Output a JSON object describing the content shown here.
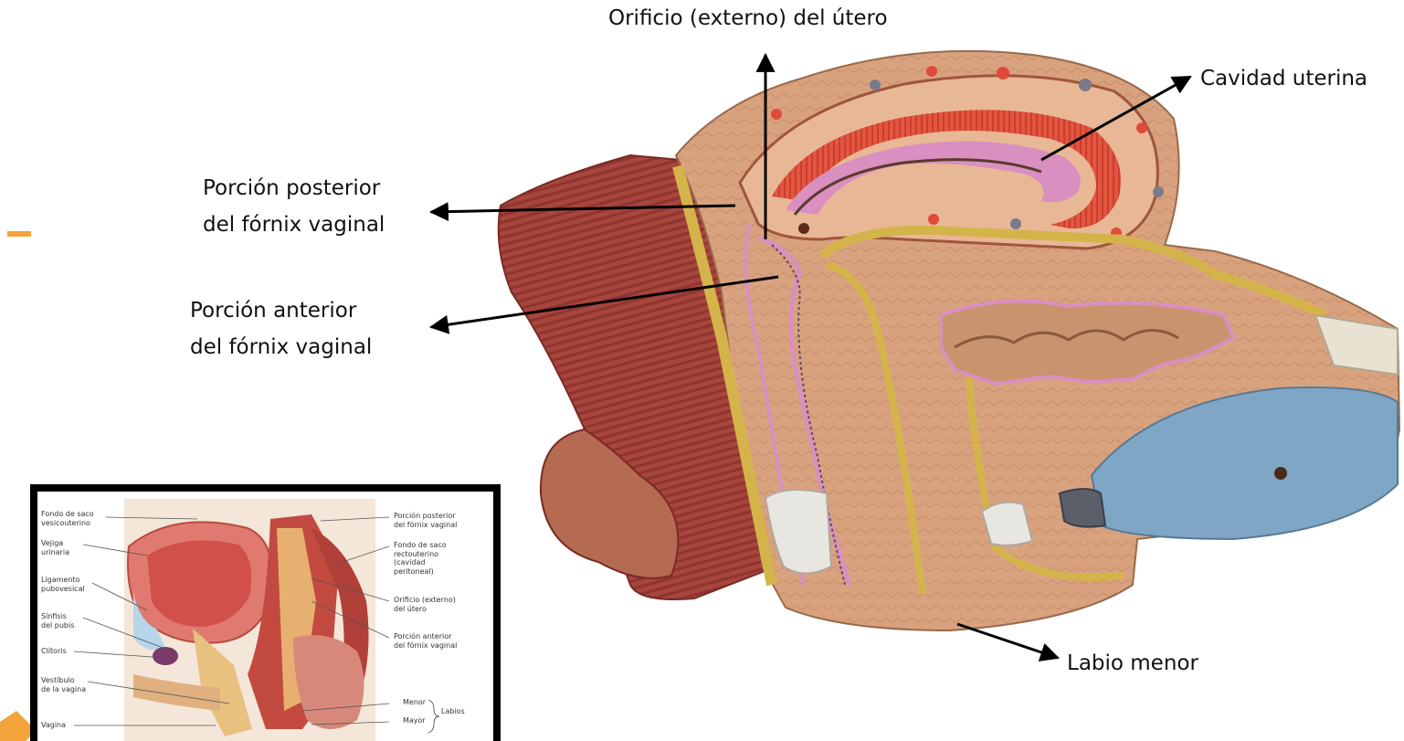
{
  "labels": {
    "orificio": "Orificio (externo) del útero",
    "cavidad": "Cavidad uterina",
    "posterior_1": "Porción posterior",
    "posterior_2": "del fórnix vaginal",
    "anterior_1": "Porción anterior",
    "anterior_2": "del fórnix vaginal",
    "labio": "Labio menor"
  },
  "inset": {
    "left_labels": [
      [
        "Fondo de saco",
        "vesicouterino"
      ],
      [
        "Vejiga",
        "urinaria"
      ],
      [
        "Ligamento",
        "pubovesical"
      ],
      [
        "Sínfisis",
        "del pubis"
      ],
      [
        "Clítoris"
      ],
      [
        "Vestíbulo",
        "de la vagina"
      ],
      [
        "Vagina"
      ]
    ],
    "right_labels": [
      [
        "Porción posterior",
        "del fórnix vaginal"
      ],
      [
        "Fondo de saco",
        "rectouterino",
        "(cavidad",
        "peritoneal)"
      ],
      [
        "Orificio (externo)",
        "del útero"
      ],
      [
        "Porción anterior",
        "del fórnix vaginal"
      ]
    ],
    "labia": {
      "menor": "Menor",
      "mayor": "Mayor",
      "labios": "Labios"
    }
  },
  "colors": {
    "accent": "#f2a33a",
    "tissue": "#d9a27f",
    "muscle": "#a8453c",
    "uterine_wall": "#e2553f",
    "bladder_blue": "#7fa6c4",
    "fat_yellow": "#d4b44a",
    "membrane_pink": "#d98fc0"
  }
}
